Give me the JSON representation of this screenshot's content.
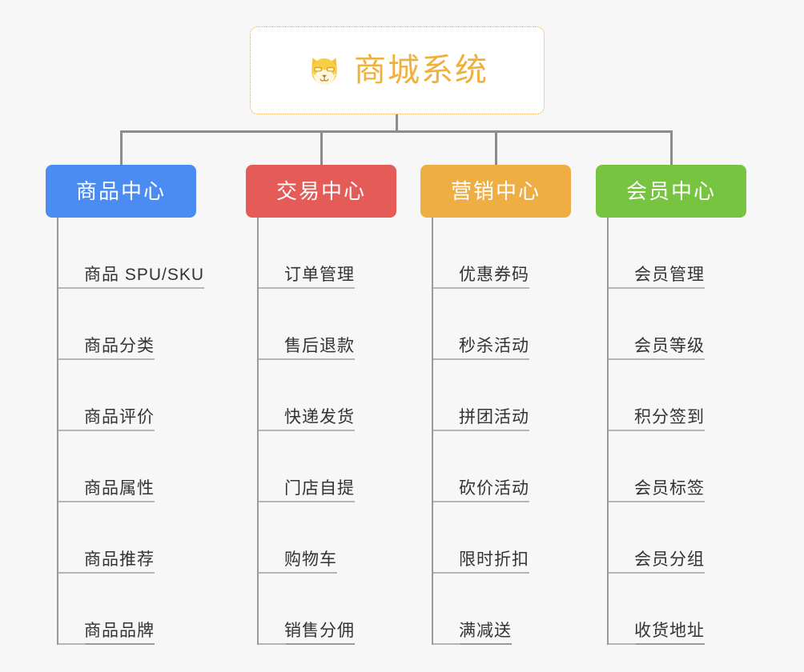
{
  "page": {
    "background_color": "#f7f7f7",
    "type": "mindmap-tree"
  },
  "root": {
    "title": "商城系统",
    "icon": "dog-face-emoji",
    "icon_glyph": "🐕",
    "text_color": "#efb03c",
    "border_color": "#e8a33d",
    "background_color": "#ffffff"
  },
  "connector": {
    "color": "#8c8c8c"
  },
  "columns": [
    {
      "label": "商品中心",
      "color": "#4a8cf2",
      "items": [
        "商品 SPU/SKU",
        "商品分类",
        "商品评价",
        "商品属性",
        "商品推荐",
        "商品品牌"
      ]
    },
    {
      "label": "交易中心",
      "color": "#e55b58",
      "items": [
        "订单管理",
        "售后退款",
        "快递发货",
        "门店自提",
        "购物车",
        "销售分佣"
      ]
    },
    {
      "label": "营销中心",
      "color": "#eeae43",
      "items": [
        "优惠券码",
        "秒杀活动",
        "拼团活动",
        "砍价活动",
        "限时折扣",
        "满减送"
      ]
    },
    {
      "label": "会员中心",
      "color": "#76c440",
      "items": [
        "会员管理",
        "会员等级",
        "积分签到",
        "会员标签",
        "会员分组",
        "收货地址"
      ]
    }
  ]
}
